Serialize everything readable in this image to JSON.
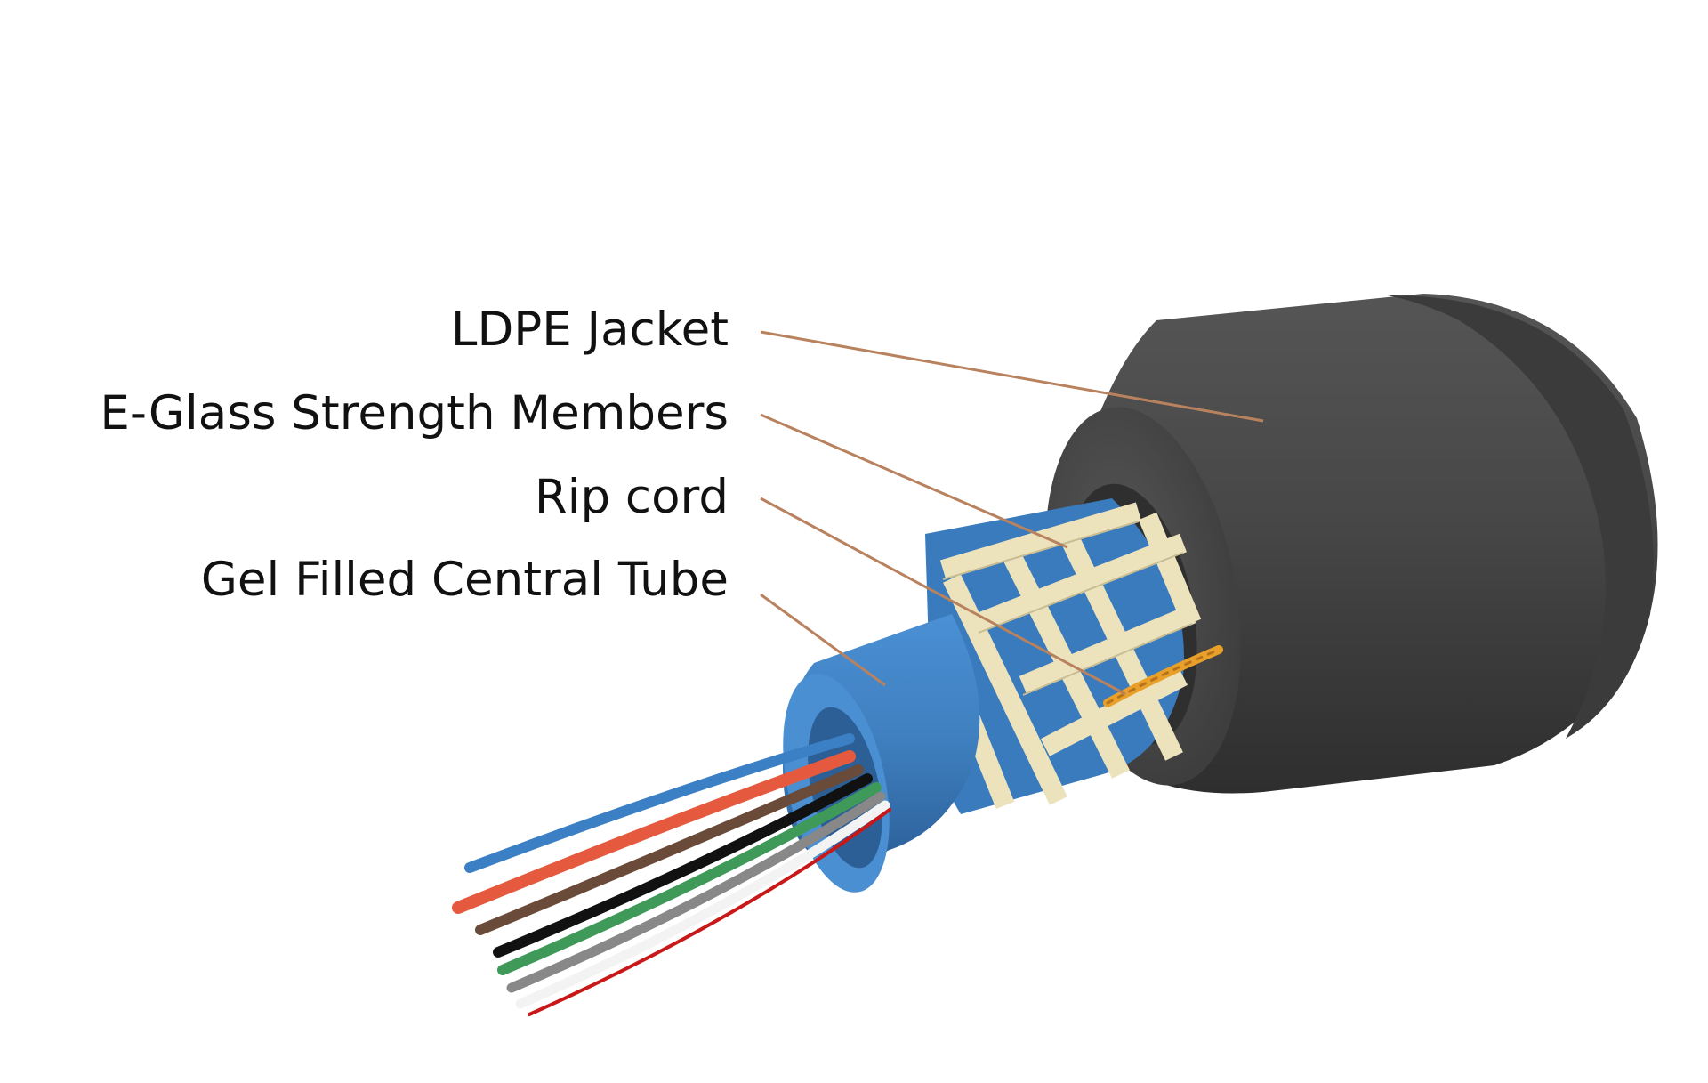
{
  "labels": {
    "jacket": "LDPE Jacket",
    "strength_members": "E-Glass Strength Members",
    "rip_cord": "Rip cord",
    "central_tube": "Gel Filled Central Tube"
  },
  "colors": {
    "leader_line": "#b9825f",
    "jacket": "#4a4a4a",
    "jacket_dark": "#2f2f2f",
    "tube": "#3f82c4",
    "tube_dark": "#2a5f99",
    "strength_members": "#ece3bd",
    "rip_cord": "#e8a02a",
    "fibers": [
      "#3b7fc4",
      "#e55a3e",
      "#6a4a38",
      "#111111",
      "#3f9a5a",
      "#888888",
      "#f3f3f3",
      "#c81818"
    ]
  }
}
